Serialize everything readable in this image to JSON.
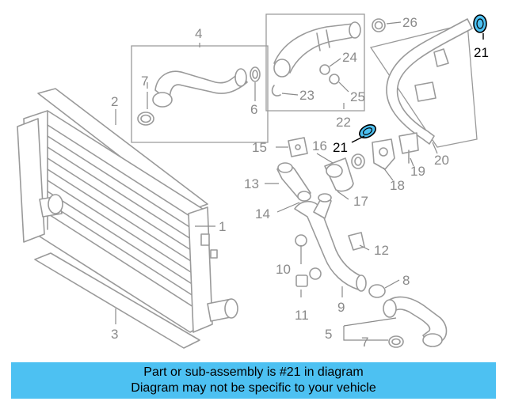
{
  "callouts": {
    "c1": "1",
    "c2": "2",
    "c3": "3",
    "c4": "4",
    "c5": "5",
    "c6": "6",
    "c7a": "7",
    "c7b": "7",
    "c8": "8",
    "c9": "9",
    "c10": "10",
    "c11": "11",
    "c12": "12",
    "c13": "13",
    "c14": "14",
    "c15": "15",
    "c16": "16",
    "c17": "17",
    "c18": "18",
    "c19": "19",
    "c20": "20",
    "c21a": "21",
    "c21b": "21",
    "c22": "22",
    "c23": "23",
    "c24": "24",
    "c25": "25",
    "c26": "26"
  },
  "highlight_color": "#4dc1f2",
  "caption": {
    "line1": "Part or sub-assembly is #21 in diagram",
    "line2": "Diagram may not be specific to your vehicle"
  }
}
